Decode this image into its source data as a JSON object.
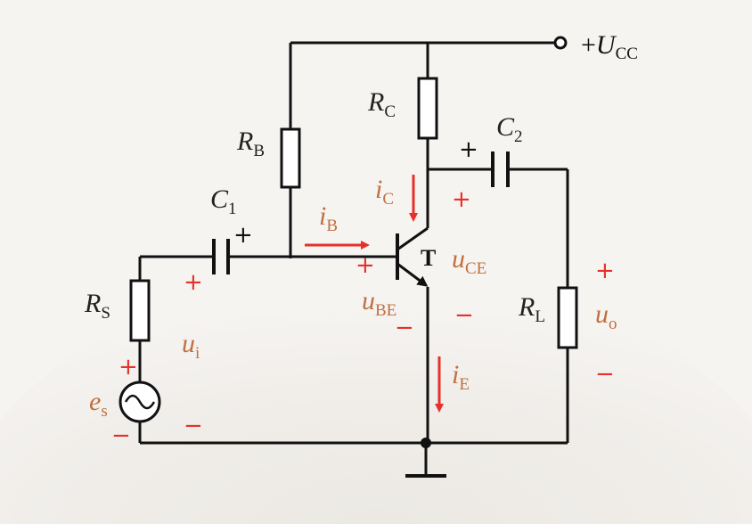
{
  "labels": {
    "supply_sign": "+",
    "supply_var": "U",
    "supply_sub": "CC",
    "rc_var": "R",
    "rc_sub": "C",
    "rb_var": "R",
    "rb_sub": "B",
    "c1_var": "C",
    "c1_sub": "1",
    "c2_var": "C",
    "c2_sub": "2",
    "rs_var": "R",
    "rs_sub": "S",
    "rl_var": "R",
    "rl_sub": "L",
    "es_var": "e",
    "es_sub": "s",
    "ui_var": "u",
    "ui_sub": "i",
    "uo_var": "u",
    "uo_sub": "o",
    "ib_var": "i",
    "ib_sub": "B",
    "ic_var": "i",
    "ic_sub": "C",
    "ie_var": "i",
    "ie_sub": "E",
    "ube_var": "u",
    "ube_sub": "BE",
    "uce_var": "u",
    "uce_sub": "CE",
    "transistor": "T",
    "plus": "+",
    "minus": "−"
  },
  "colors": {
    "wire": "#111111",
    "quantity_label": "#c07040",
    "arrow_and_sign": "#e8302a"
  }
}
